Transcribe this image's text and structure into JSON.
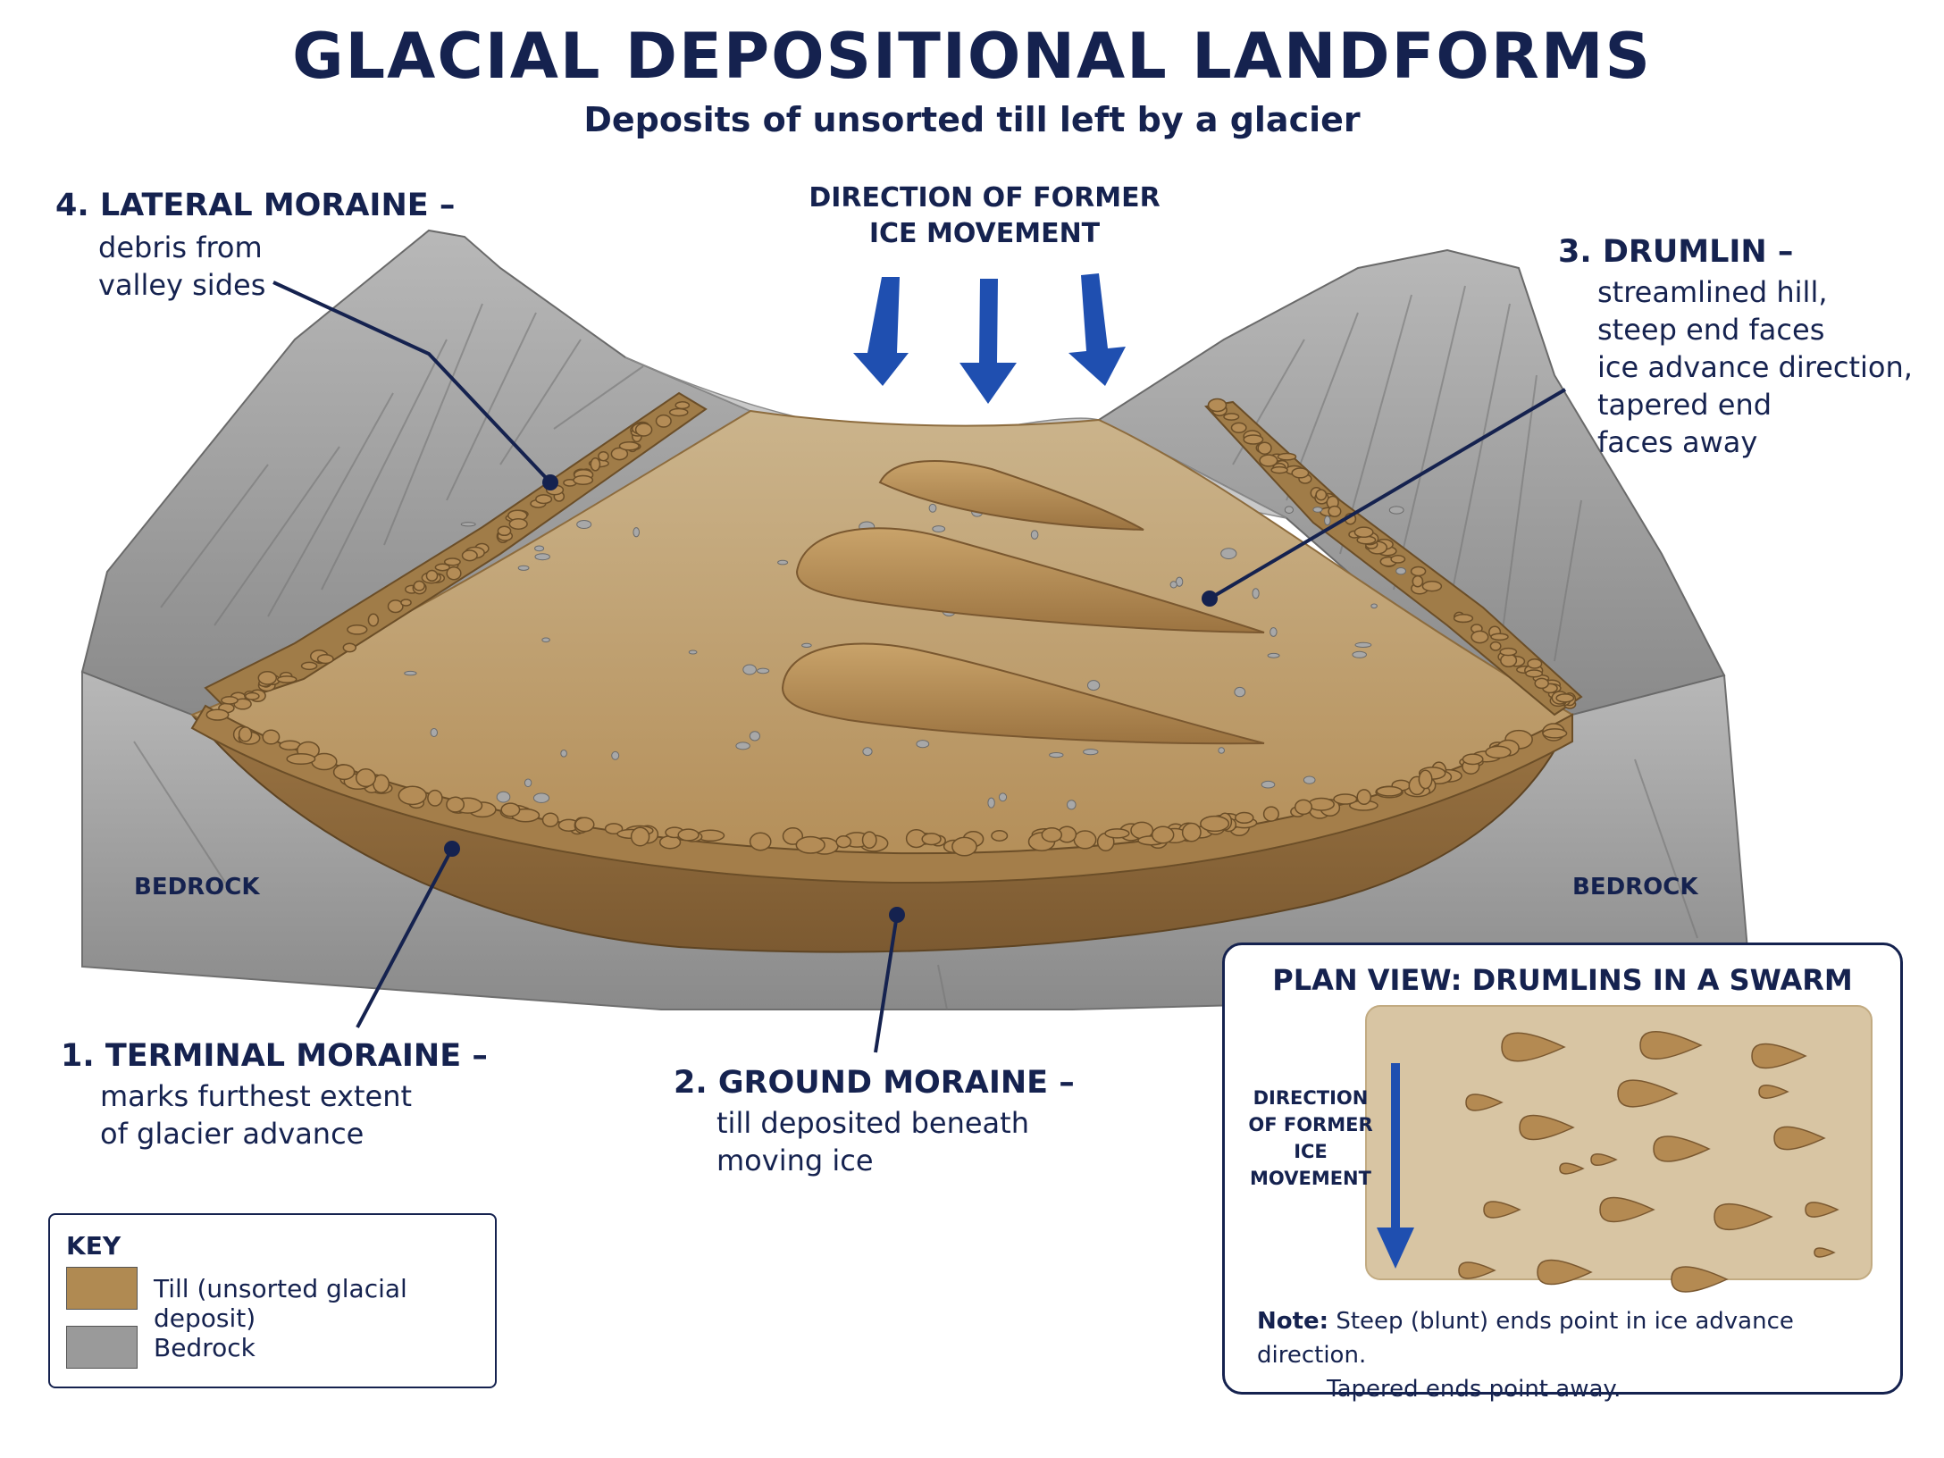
{
  "title": "GLACIAL DEPOSITIONAL LANDFORMS",
  "subtitle": "Deposits of unsorted till left by a glacier",
  "direction_label": [
    "DIRECTION OF FORMER",
    "ICE MOVEMENT"
  ],
  "labels": {
    "lateral": {
      "title": "4. LATERAL MORAINE –",
      "lines": [
        "debris from",
        "valley sides"
      ]
    },
    "drumlin": {
      "title": "3. DRUMLIN –",
      "lines": [
        "streamlined hill,",
        "steep end faces",
        "ice advance direction,",
        "tapered end",
        "faces away"
      ]
    },
    "terminal": {
      "title": "1. TERMINAL MORAINE –",
      "lines": [
        "marks furthest extent",
        "of glacier advance"
      ]
    },
    "ground": {
      "title": "2. GROUND MORAINE –",
      "lines": [
        "till deposited beneath",
        "moving ice"
      ]
    }
  },
  "bedrock_label": "BEDROCK",
  "key": {
    "title": "KEY",
    "items": [
      {
        "label": "Till (unsorted glacial deposit)",
        "color": "#b08a52"
      },
      {
        "label": "Bedrock",
        "color": "#9a9a9a"
      }
    ]
  },
  "plan_view": {
    "title": "PLAN VIEW: DRUMLINS IN A SWARM",
    "direction_lines": [
      "DIRECTION",
      "OF FORMER",
      "ICE MOVEMENT"
    ],
    "note_label": "Note:",
    "note_lines": [
      "Steep (blunt) ends point in ice advance direction.",
      "Tapered ends point away."
    ]
  },
  "colors": {
    "navy": "#15224f",
    "arrow_blue": "#1f4fb0",
    "till": "#b08a52",
    "bedrock": "#9a9a9a"
  }
}
